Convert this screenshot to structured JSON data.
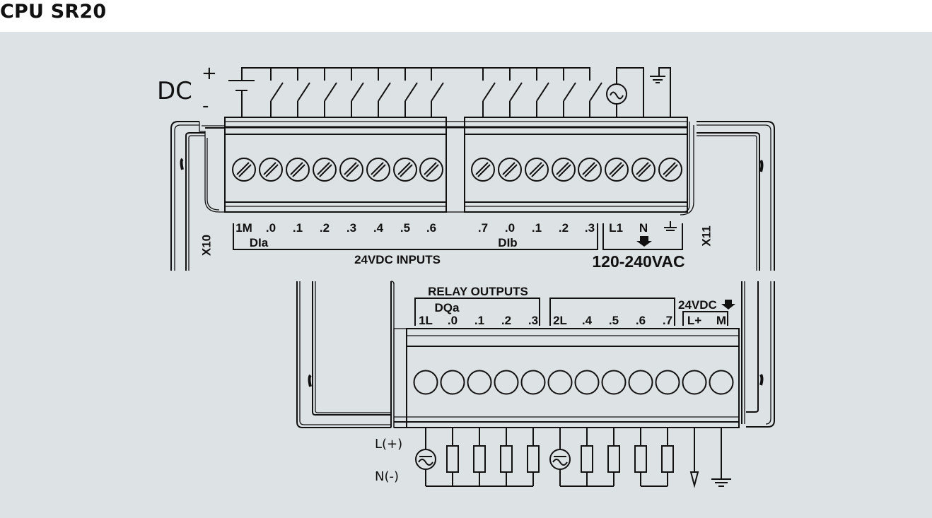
{
  "title": "CPU SR20",
  "colors": {
    "background": "#dde2e5",
    "line": "#111111"
  },
  "supply": {
    "dc_label": "DC",
    "plus": "+",
    "minus": "-"
  },
  "top_connector": {
    "id_left": "X10",
    "id_right": "X11",
    "group_a_label": "DIa",
    "group_b_label": "DIb",
    "inputs_label": "24VDC INPUTS",
    "power_label": "120-240VAC",
    "terminals_a": [
      "1M",
      ".0",
      ".1",
      ".2",
      ".3",
      ".4",
      ".5",
      ".6"
    ],
    "terminals_b": [
      ".7",
      ".0",
      ".1",
      ".2",
      ".3"
    ],
    "terminals_power": [
      "L1",
      "N"
    ],
    "icons": [
      "ground-icon",
      "down-arrow-icon",
      "ac-source-icon",
      "switch-icon"
    ]
  },
  "bottom_connector": {
    "relay_label": "RELAY  OUTPUTS",
    "group_a_label": "DQa",
    "sensor_supply_label": "24VDC",
    "terminals_a": [
      "1L",
      ".0",
      ".1",
      ".2",
      ".3"
    ],
    "terminals_b": [
      "2L",
      ".4",
      ".5",
      ".6",
      ".7"
    ],
    "terminals_supply": [
      "L+",
      "M"
    ],
    "load_labels": {
      "line": "L(+)",
      "neutral": "N(-)"
    }
  }
}
